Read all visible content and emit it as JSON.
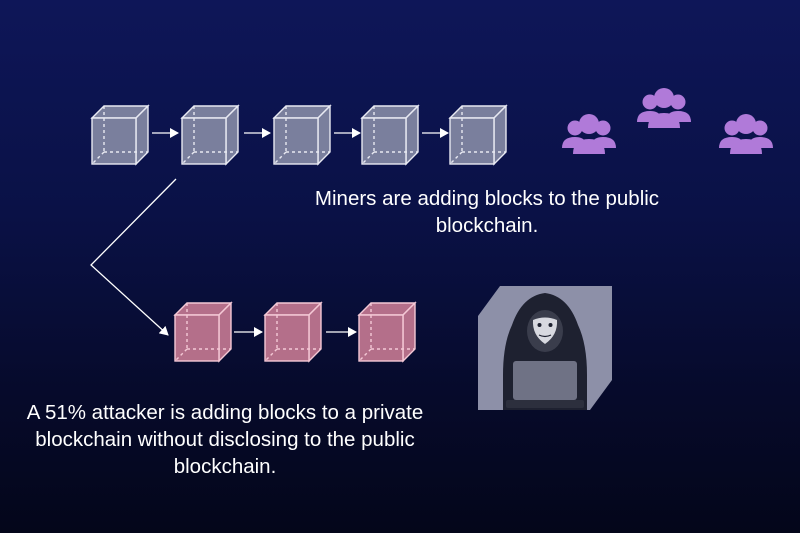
{
  "colors": {
    "background_top": "#0e1658",
    "background_bottom": "#04061a",
    "public_block_fill": "#8a8ea8",
    "public_block_stroke": "#e8e9f2",
    "private_block_fill": "#c87a93",
    "private_block_stroke": "#f4c9d6",
    "miner_icon": "#b07ad9",
    "attacker_panel": "#8d90a8",
    "arrow": "#ffffff",
    "text": "#ffffff"
  },
  "public_chain": {
    "block_count": 5,
    "icon": "cube-icon"
  },
  "private_chain": {
    "block_count": 3,
    "icon": "cube-icon"
  },
  "miners": {
    "count": 3,
    "icon": "users-group-icon"
  },
  "attacker": {
    "icon": "hooded-hacker-laptop-icon"
  },
  "captions": {
    "miners_line1": "Miners are adding blocks to the public",
    "miners_line2": "blockchain.",
    "attacker_line1": "A 51% attacker is adding blocks to a private",
    "attacker_line2": "blockchain without disclosing to the public",
    "attacker_line3": "blockchain."
  }
}
